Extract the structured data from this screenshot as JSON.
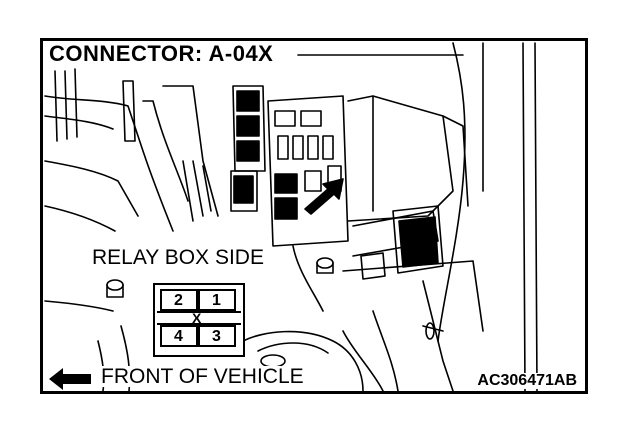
{
  "title": "CONNECTOR: A-04X",
  "relay_label": "RELAY BOX SIDE",
  "front_label": "FRONT OF VEHICLE",
  "figure_code": "AC306471AB",
  "connector": {
    "pins": [
      "2",
      "1",
      "4",
      "3"
    ],
    "center_mark": "X"
  }
}
